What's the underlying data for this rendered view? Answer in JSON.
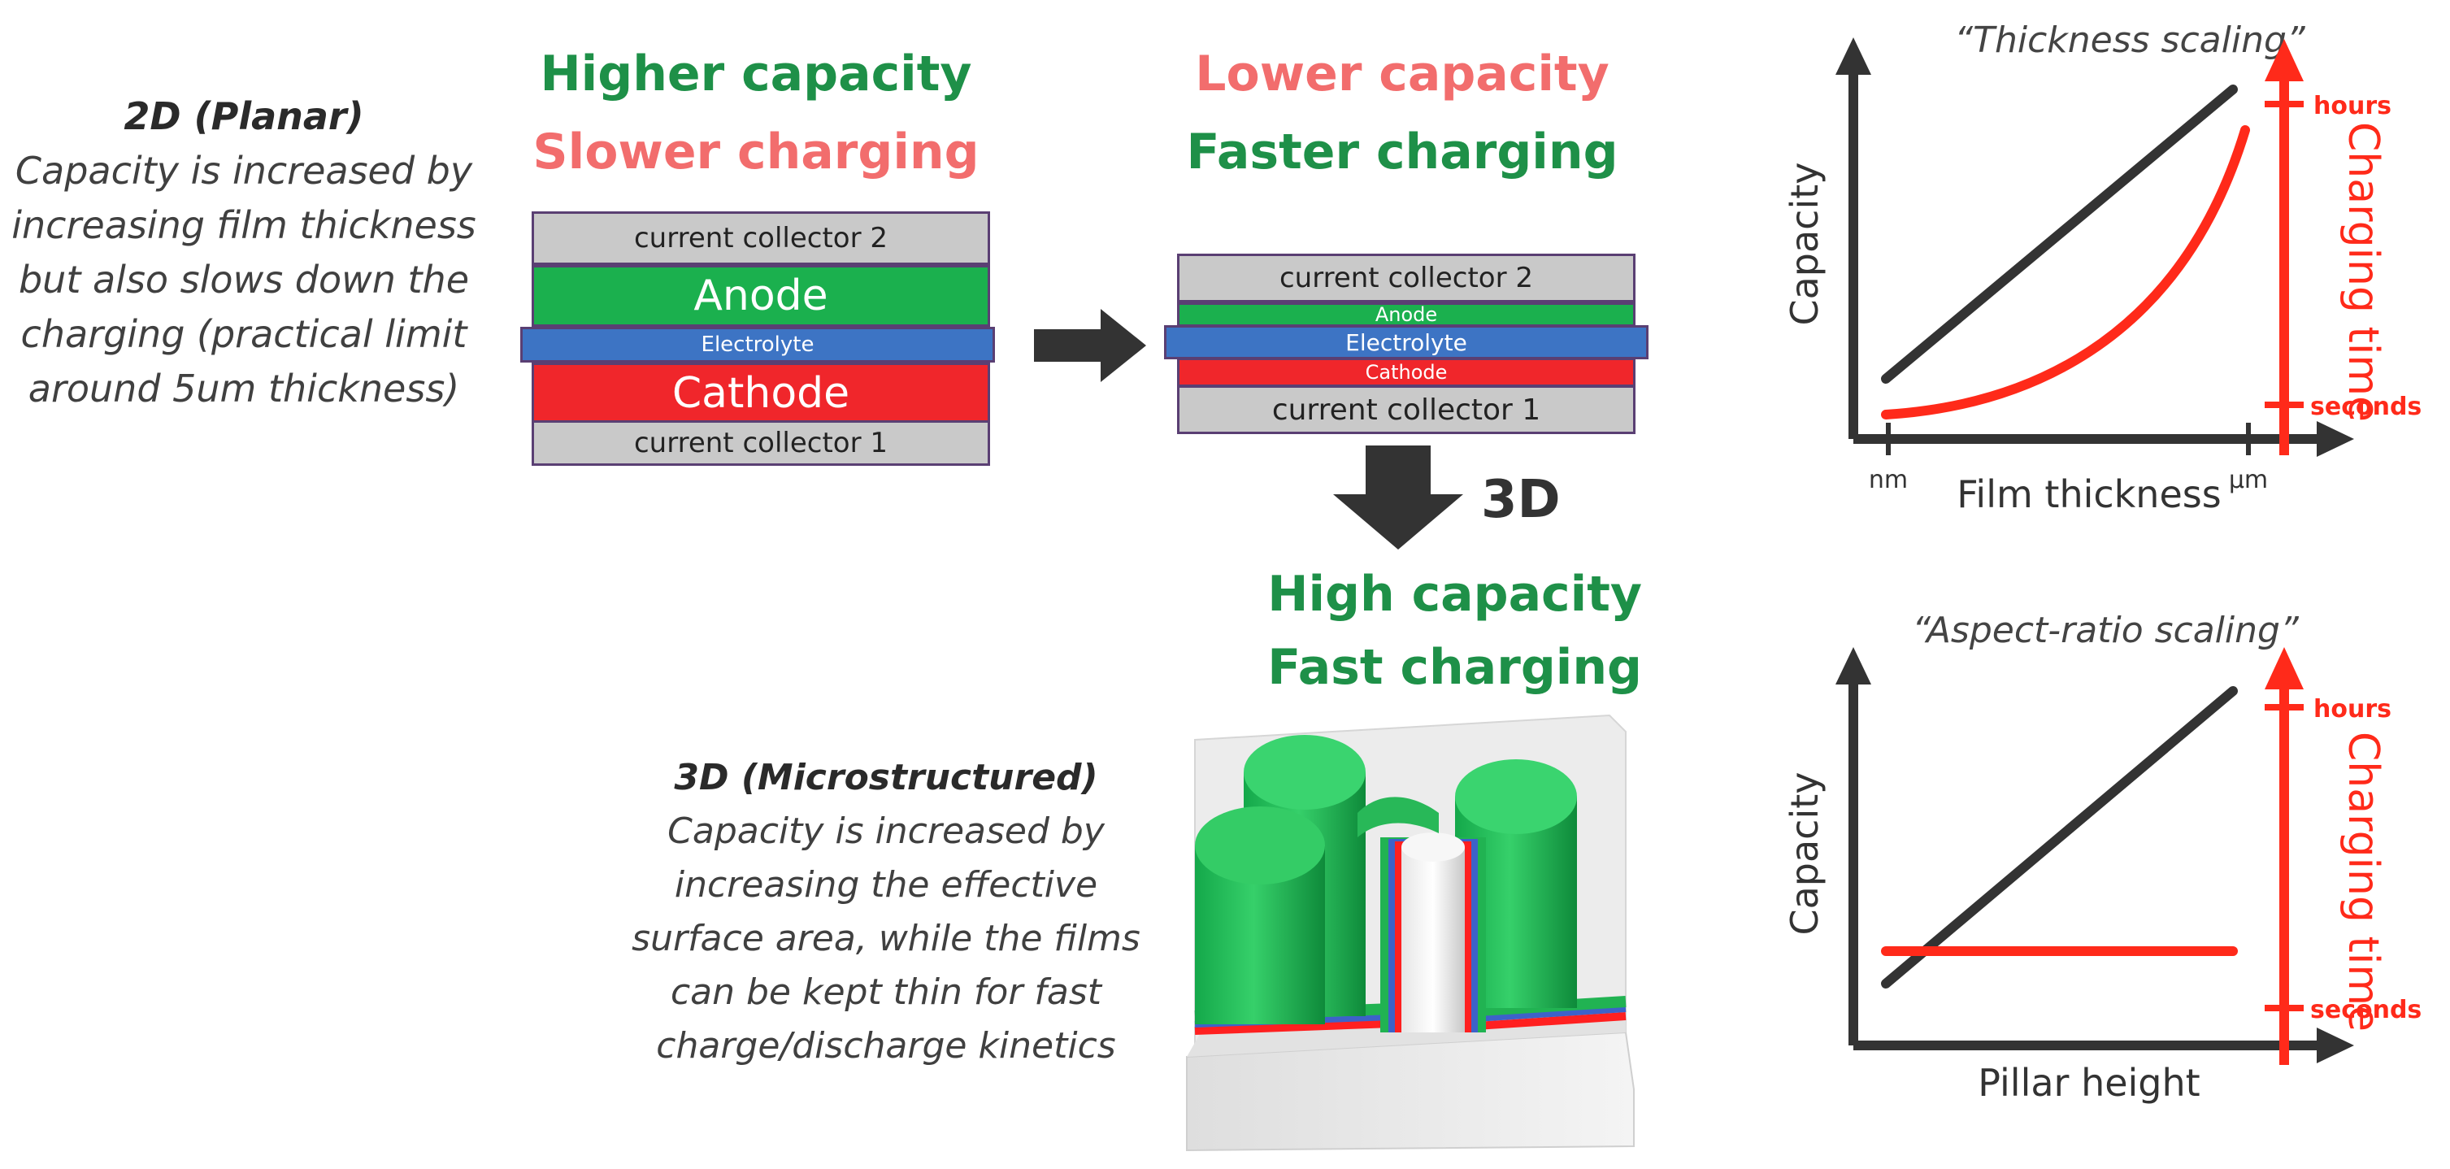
{
  "planar": {
    "title": "2D (Planar)",
    "lines": [
      "Capacity is increased by",
      "increasing film thickness",
      "but also slows down the",
      "charging (practical limit",
      "around 5um thickness)"
    ]
  },
  "thick_stack": {
    "header1": "Higher capacity",
    "header2": "Slower charging",
    "cc2": "current collector 2",
    "anode": "Anode",
    "electrolyte": "Electrolyte",
    "cathode": "Cathode",
    "cc1": "current collector 1"
  },
  "thin_stack": {
    "header1": "Lower capacity",
    "header2": "Faster charging",
    "cc2": "current collector 2",
    "anode": "Anode",
    "electrolyte": "Electrolyte",
    "cathode": "Cathode",
    "cc1": "current collector 1"
  },
  "three_d": {
    "arrow_label": "3D",
    "header1": "High capacity",
    "header2": "Fast charging"
  },
  "micro": {
    "title": "3D (Microstructured)",
    "lines": [
      "Capacity is increased by",
      "increasing the effective",
      "surface area, while the films",
      "can be kept thin for fast",
      "charge/discharge kinetics"
    ]
  },
  "chart_data": [
    {
      "type": "line",
      "title": "“Thickness scaling”",
      "xlabel": "Film thickness",
      "ylabel": "Capacity",
      "ylabel_right": "Charging time",
      "x_ticks": [
        "nm",
        "µm"
      ],
      "right_ticks": [
        "hours",
        "seconds"
      ],
      "series": [
        {
          "color": "#333333",
          "shape": "linear increasing",
          "x": [
            0.05,
            0.85
          ],
          "y": [
            0.15,
            0.95
          ]
        },
        {
          "color": "#ff2a1a",
          "shape": "convex increasing",
          "x": [
            0.05,
            0.92
          ],
          "y": [
            0.02,
            0.8
          ]
        }
      ]
    },
    {
      "type": "line",
      "title": "“Aspect-ratio scaling”",
      "xlabel": "Pillar height",
      "ylabel": "Capacity",
      "ylabel_right": "Charging time",
      "right_ticks": [
        "hours",
        "seconds"
      ],
      "series": [
        {
          "color": "#333333",
          "shape": "linear increasing",
          "x": [
            0.05,
            0.85
          ],
          "y": [
            0.07,
            0.97
          ]
        },
        {
          "color": "#ff2a1a",
          "shape": "constant",
          "x": [
            0.05,
            0.85
          ],
          "y": [
            0.17,
            0.17
          ]
        }
      ]
    }
  ],
  "colors": {
    "green": "#1e9048",
    "pink": "#f26d6d",
    "red_axis": "#ff2a1a",
    "dark": "#333333"
  }
}
